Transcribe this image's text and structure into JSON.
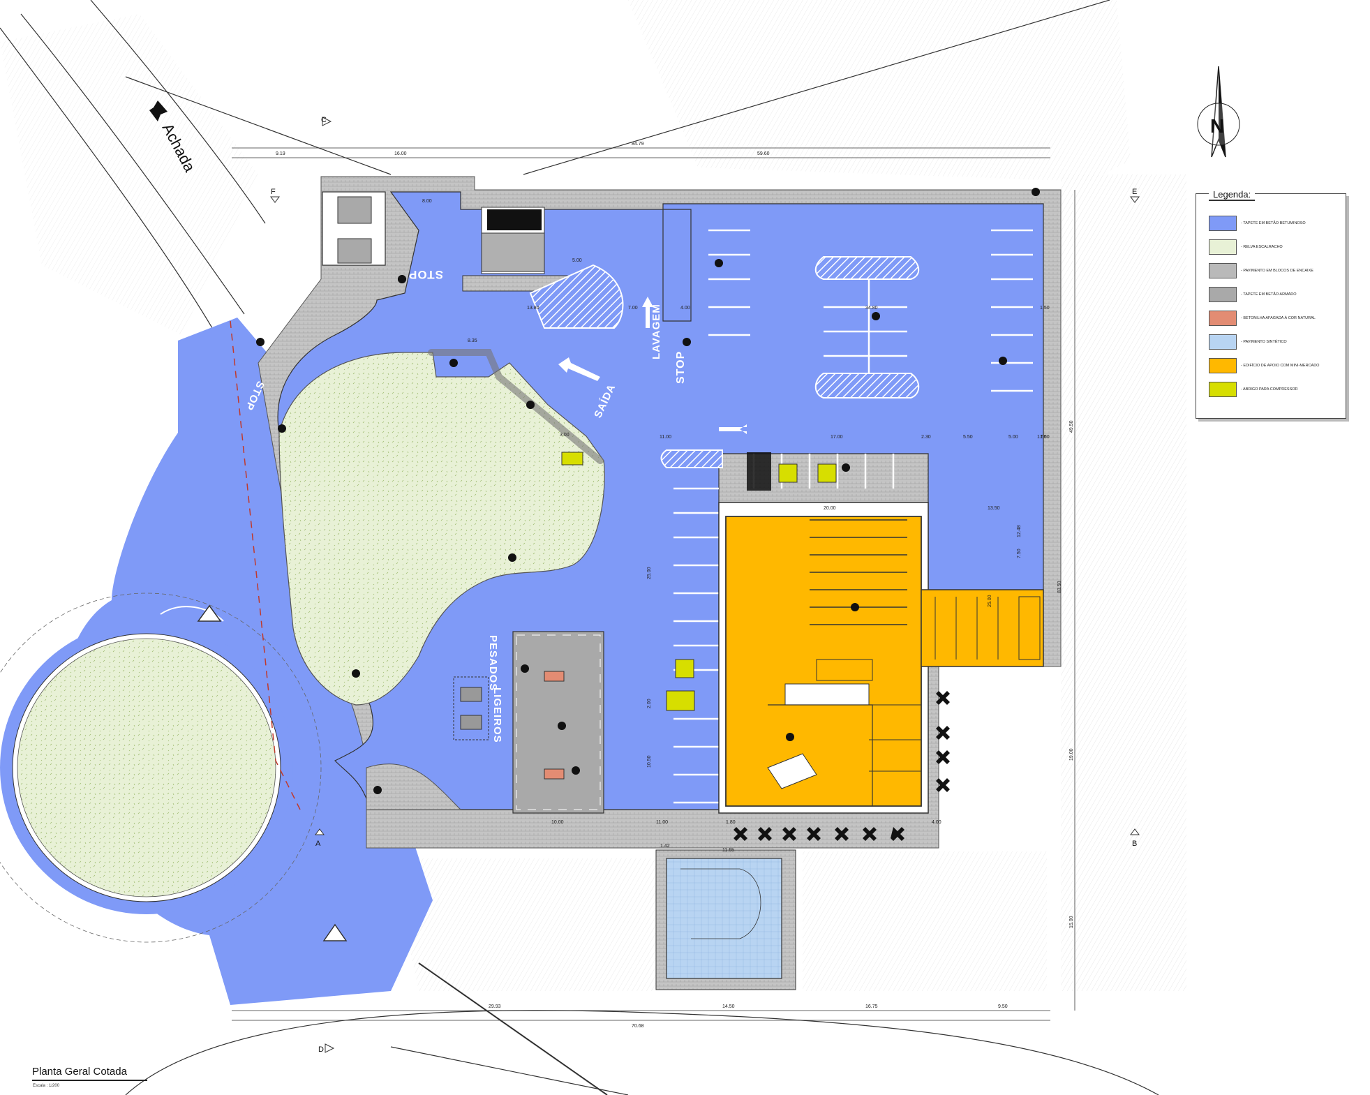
{
  "drawing": {
    "title": "Planta Geral Cotada",
    "scale": "Escala : 1/200",
    "north": "N",
    "direction_label": "Achada"
  },
  "legend": {
    "title": "Legenda:",
    "items": [
      {
        "label": "- TAPETE EM BETÃO BETUMINOSO",
        "color": "#7f9af7"
      },
      {
        "label": "- RELVA ESCALRACHO",
        "color": "#e8f1d6"
      },
      {
        "label": "- PAVIMENTO EM BLOCOS DE ENCAIXE",
        "color": "#b9b9b9"
      },
      {
        "label": "- TAPETE EM BETÃO ARMADO",
        "color": "#a9a9a9"
      },
      {
        "label": "- BETONILHA AFAGADA À COR NATURAL",
        "color": "#e38c73"
      },
      {
        "label": "- PAVIMENTO SINTÉTICO",
        "color": "#b8d4f2"
      },
      {
        "label": "- EDIFÍCIO DE APOIO COM MINI-MERCADO",
        "color": "#ffb800"
      },
      {
        "label": "- ABRIGO PARA COMPRESSOR",
        "color": "#d7de00"
      }
    ]
  },
  "section_marks": [
    "C",
    "F",
    "E",
    "A",
    "B",
    "D"
  ],
  "road_markings": [
    "STOP",
    "STOP",
    "STOP",
    "LAVAGEM",
    "SAÍDA",
    "PESADOS",
    "LIGEIROS"
  ],
  "dimensions": {
    "top": [
      "84.79",
      "9.19",
      "16.00",
      "59.60"
    ],
    "bottom": [
      "70.68",
      "29.93",
      "14.50",
      "16.75",
      "9.50"
    ],
    "right": [
      "49.50",
      "83.50",
      "19.00",
      "15.00"
    ],
    "inner": [
      "8.00",
      "5.00",
      "13.80",
      "7.00",
      "4.00",
      "34.80",
      "1.50",
      "8.35",
      "11.00",
      "17.00",
      "2.30",
      "5.50",
      "5.00",
      "20.00",
      "13.50",
      "25.00",
      "10.00",
      "11.00",
      "11.65",
      "1.42",
      "4.00",
      "1.80",
      "3.00",
      "1.50",
      "12.48",
      "7.50",
      "25.00",
      "10.50",
      "1.50",
      "2.00"
    ]
  }
}
